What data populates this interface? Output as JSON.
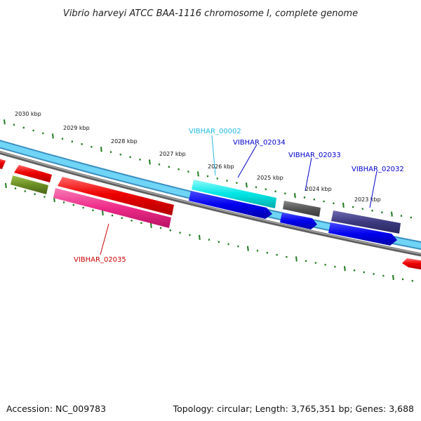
{
  "title": "Vibrio harveyi ATCC BAA-1116 chromosome I, complete genome",
  "footer": {
    "accession": "Accession: NC_009783",
    "summary": "Topology: circular; Length: 3,765,351 bp; Genes: 3,688"
  },
  "colors": {
    "backbone": "#50c8f0",
    "backbone_edge": "#3a8fc0",
    "gray_track": "#777777",
    "tick": "#1f7a1f",
    "cyan_gene": "#00e5e5",
    "blue_gene": "#0000ee",
    "red_gene": "#ee0000",
    "pink_gene": "#ee2a88",
    "olive_gene": "#6b8e23",
    "dark_gray_gene": "#555555",
    "slate_gene": "#3d3a80",
    "label_cyan": "#22bbdd",
    "label_blue": "#0000cc",
    "label_red": "#cc0000"
  },
  "scale": {
    "tick_labels": [
      "2030 kbp",
      "2029 kbp",
      "2028 kbp",
      "2027 kbp",
      "2026 kbp",
      "2025 kbp",
      "2024 kbp",
      "2023 kbp"
    ]
  },
  "genes": [
    {
      "label": "VIBHAR_00002",
      "feature": "cyan-gene",
      "track": "outer-strand"
    },
    {
      "label": "VIBHAR_02034",
      "feature": "blue-gene",
      "track": "inner-strand"
    },
    {
      "label": "VIBHAR_02033",
      "feature": "dark-gray-gene",
      "track": "outer-strand"
    },
    {
      "label": "VIBHAR_02032",
      "feature": "slate-gene",
      "track": "outer-strand"
    },
    {
      "label": "VIBHAR_02035",
      "feature": "pink-gene",
      "track": "inner-strand"
    }
  ]
}
